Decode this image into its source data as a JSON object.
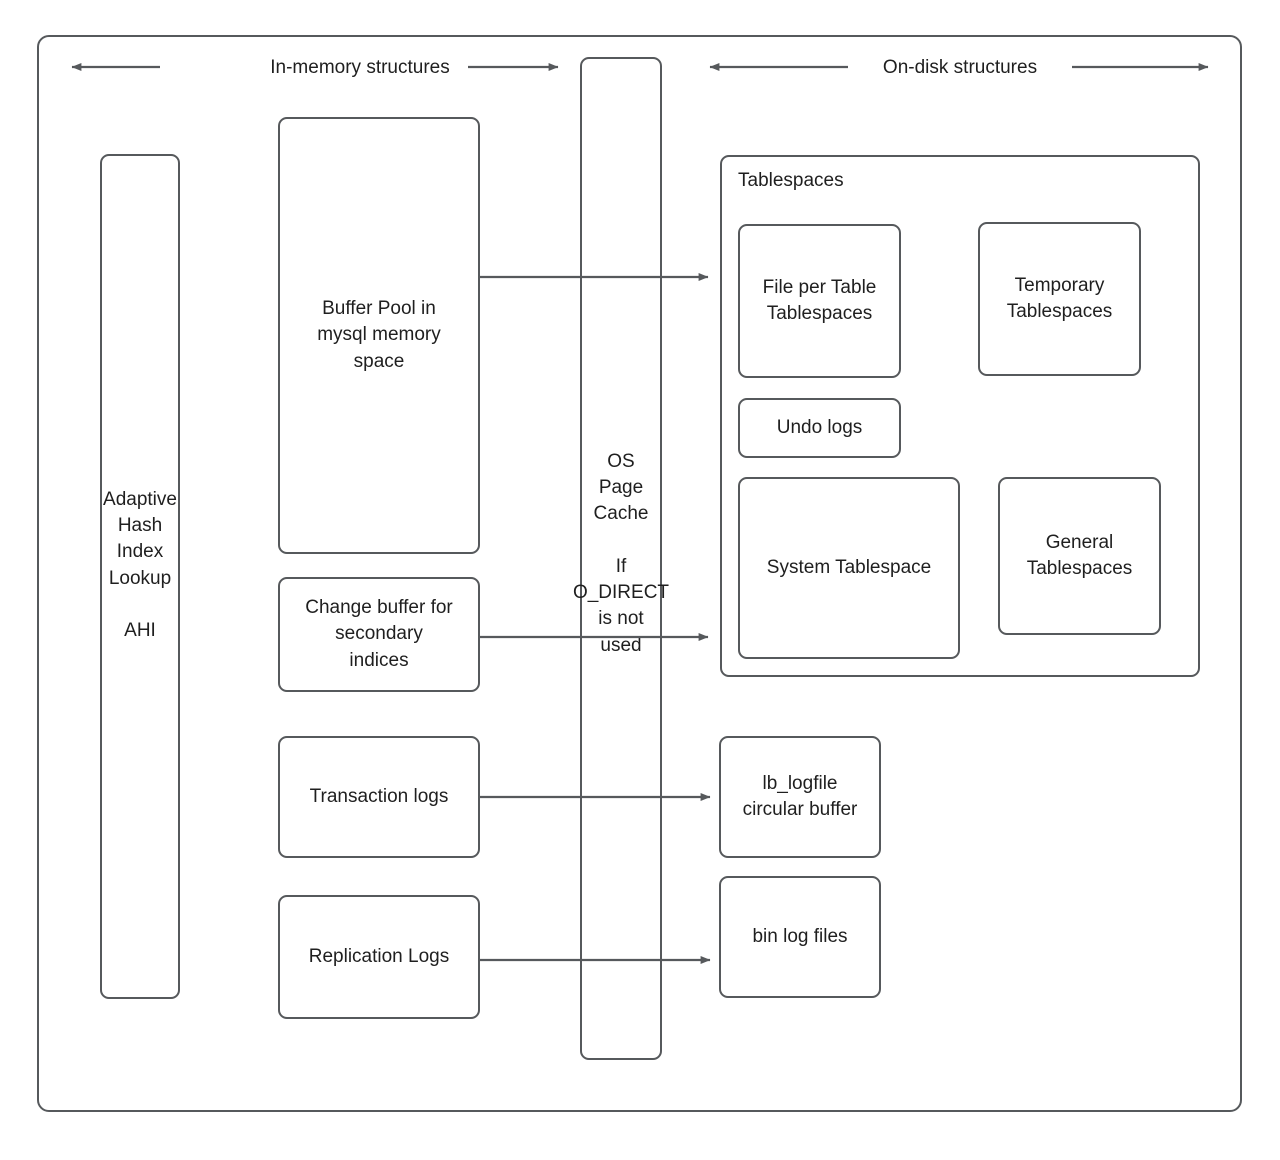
{
  "diagram": {
    "title_left": "In-memory structures",
    "title_right": "On-disk structures",
    "stroke_color": "#56595c",
    "text_color": "#1f1f1f",
    "background": "#ffffff"
  },
  "nodes": {
    "outer_frame": {
      "label": ""
    },
    "ahi": {
      "label": "Adaptive\nHash\nIndex\nLookup\n\nAHI"
    },
    "buffer_pool": {
      "label": "Buffer Pool in\nmysql memory\nspace"
    },
    "change_buffer": {
      "label": "Change buffer for\nsecondary\nindices"
    },
    "transaction_logs": {
      "label": "Transaction logs"
    },
    "replication_logs": {
      "label": "Replication Logs"
    },
    "os_page_cache": {
      "label": "OS\nPage\nCache\n\nIf\nO_DIRECT\nis not\nused"
    },
    "tablespaces": {
      "label": "Tablespaces"
    },
    "file_per_table": {
      "label": "File per Table\nTablespaces"
    },
    "temporary_tablespaces": {
      "label": "Temporary\nTablespaces"
    },
    "undo_logs": {
      "label": "Undo logs"
    },
    "system_tablespace": {
      "label": "System Tablespace"
    },
    "general_tablespaces": {
      "label": "General\nTablespaces"
    },
    "lb_logfile": {
      "label": "lb_logfile\ncircular buffer"
    },
    "bin_log_files": {
      "label": "bin log files"
    }
  },
  "edges": [
    {
      "name": "buffer-pool-to-file-per-table",
      "from": "buffer_pool",
      "to": "file_per_table"
    },
    {
      "name": "change-buffer-to-system-tablespace",
      "from": "change_buffer",
      "to": "system_tablespace"
    },
    {
      "name": "transaction-logs-to-lb-logfile",
      "from": "transaction_logs",
      "to": "lb_logfile"
    },
    {
      "name": "replication-logs-to-bin-log-files",
      "from": "replication_logs",
      "to": "bin_log_files"
    }
  ]
}
